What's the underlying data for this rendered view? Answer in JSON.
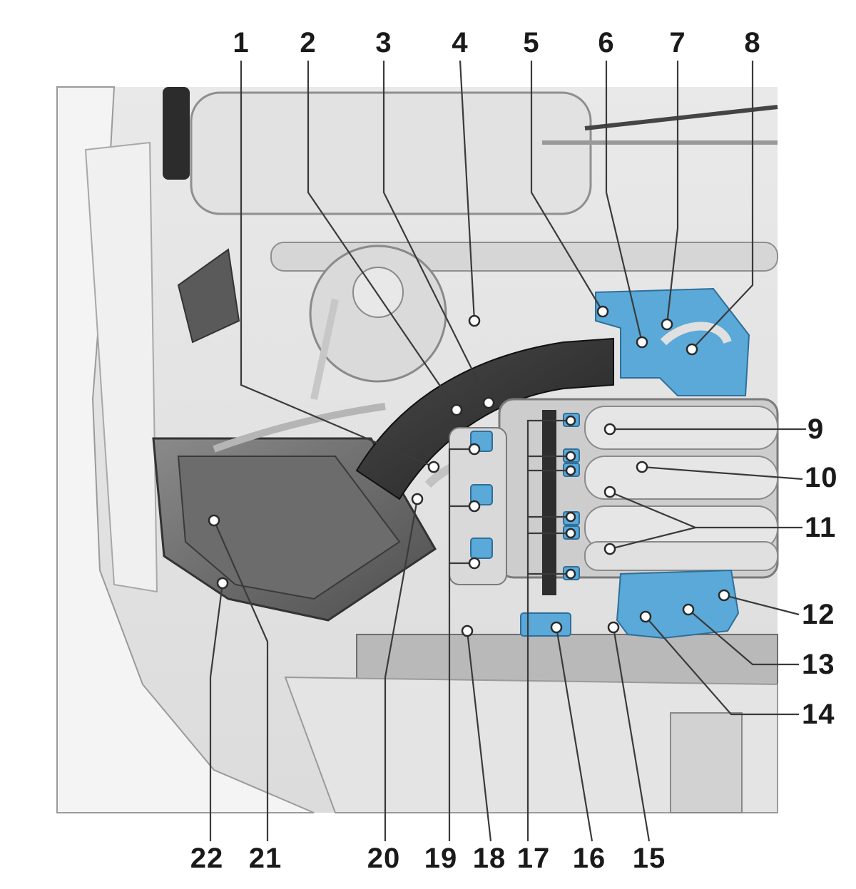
{
  "callouts": {
    "c1": "1",
    "c2": "2",
    "c3": "3",
    "c4": "4",
    "c5": "5",
    "c6": "6",
    "c7": "7",
    "c8": "8",
    "c9": "9",
    "c10": "10",
    "c11": "11",
    "c12": "12",
    "c13": "13",
    "c14": "14",
    "c15": "15",
    "c16": "16",
    "c17": "17",
    "c18": "18",
    "c19": "19",
    "c20": "20",
    "c21": "21",
    "c22": "22"
  },
  "colors": {
    "component_highlight": "#5aa9d8",
    "line_art": "#6e6e6e",
    "text": "#1a1a1a"
  }
}
